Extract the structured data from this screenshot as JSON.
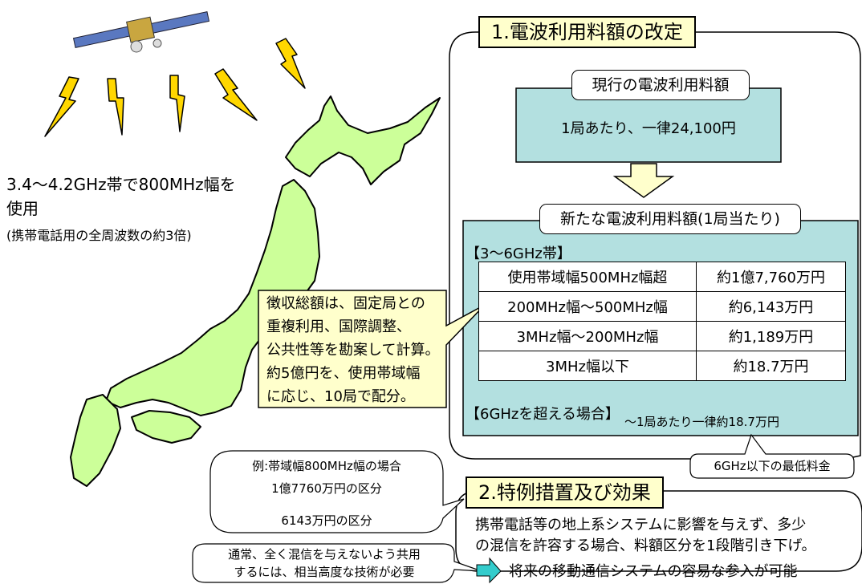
{
  "left": {
    "usage_line1": "3.4～4.2GHz帯で800MHz幅を",
    "usage_line2": "使用",
    "usage_note": "(携帯電話用の全周波数の約3倍)"
  },
  "section1": {
    "title": "1.電波利用料額の改定",
    "current_label": "現行の電波利用料額",
    "current_value": "1局あたり、一律24,100円",
    "new_label": "新たな電波利用料額(1局当たり)",
    "band_heading": "【3～6GHz帯】",
    "rows": [
      {
        "band": "使用帯域幅500MHz幅超",
        "fee": "約1億7,760万円"
      },
      {
        "band": "200MHz幅～500MHz幅",
        "fee": "約6,143万円"
      },
      {
        "band": "3MHz幅～200MHz幅",
        "fee": "約1,189万円"
      },
      {
        "band": "3MHz幅以下",
        "fee": "約18.7万円"
      }
    ],
    "over6_heading": "【6GHzを超える場合】",
    "over6_value": "～1局あたり一律約18.7万円",
    "min_fee_label": "6GHz以下の最低料金"
  },
  "callout_center": {
    "lines": [
      "徴収総額は、固定局との",
      "重複利用、国際調整、",
      "公共性等を勘案して計算。",
      "約5億円を、使用帯域幅",
      "に応じ、10局で配分。"
    ]
  },
  "section2": {
    "title": "2.特例措置及び効果",
    "body_line1": "携帯電話等の地上系システムに影響を与えず、多少",
    "body_line2": "の混信を許容する場合、料額区分を1段階引き下げ。",
    "result": "将来の移動通信システムの容易な参入が可能"
  },
  "example_bubble": {
    "line1": "例:帯域幅800MHz幅の場合",
    "line2": "1億7760万円の区分",
    "line3": "6143万円の区分"
  },
  "note_bubble": {
    "line1": "通常、全く混信を与えないよう共用",
    "line2": "するには、相当高度な技術が必要"
  },
  "colors": {
    "map_fill": "#ccff99",
    "teal_fill": "#b3e0e0",
    "title_fill": "#ffffcc",
    "arrow_fill": "#ffffcc",
    "bolt_fill": "#ffd700",
    "result_arrow": "#33cccc"
  }
}
